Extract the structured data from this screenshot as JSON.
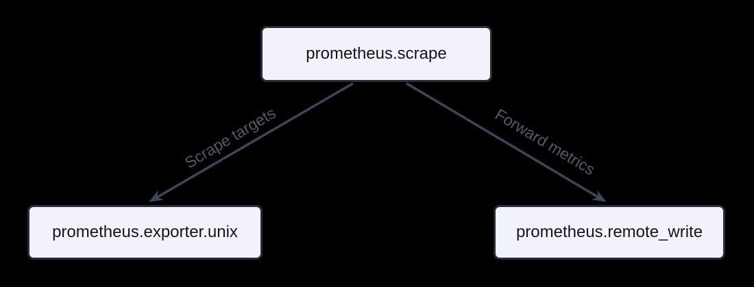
{
  "diagram": {
    "type": "flowchart",
    "direction": "top-down",
    "theme": {
      "background": "#000000",
      "node_fill": "#f2f2fb",
      "node_border": "#272c36",
      "node_text": "#15151a",
      "edge_color": "#3f4656",
      "edge_label_color": "#525b6b"
    },
    "nodes": [
      {
        "id": "scrape",
        "label": "prometheus.scrape"
      },
      {
        "id": "exporter_unix",
        "label": "prometheus.exporter.unix"
      },
      {
        "id": "remote_write",
        "label": "prometheus.remote_write"
      }
    ],
    "edges": [
      {
        "from": "scrape",
        "to": "exporter_unix",
        "label": "Scrape targets"
      },
      {
        "from": "scrape",
        "to": "remote_write",
        "label": "Forward metrics"
      }
    ]
  }
}
